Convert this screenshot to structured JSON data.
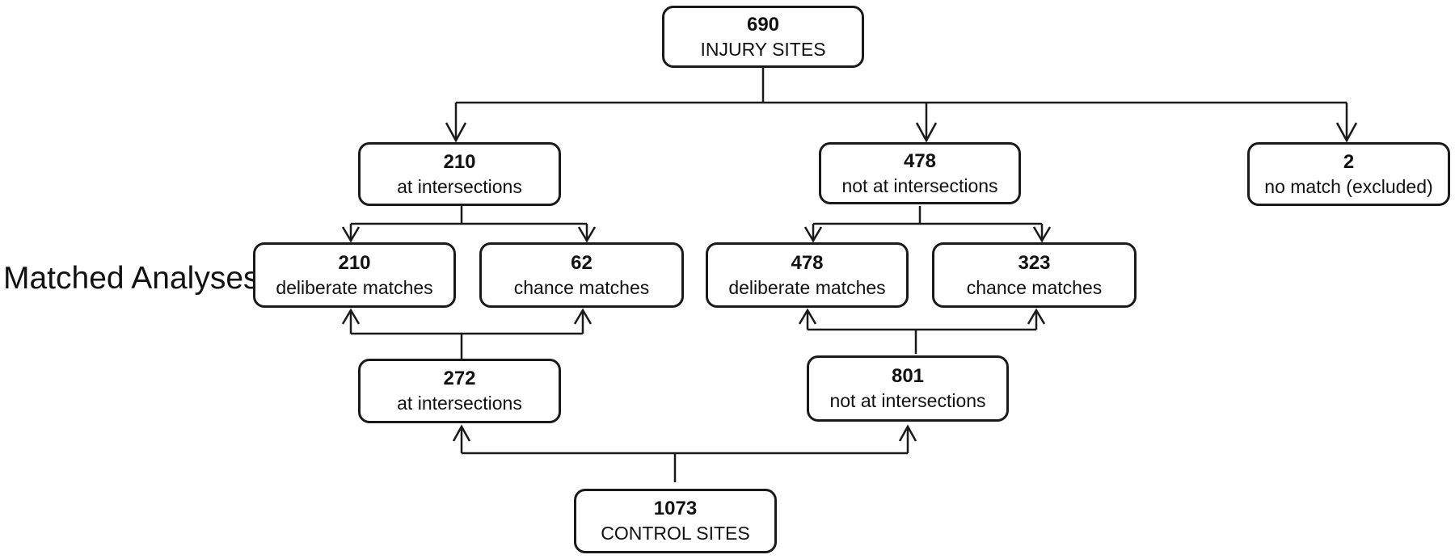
{
  "diagram": {
    "side_label": "Matched Analyses:",
    "nodes": {
      "injury": {
        "num": "690",
        "label": "INJURY SITES"
      },
      "at_int": {
        "num": "210",
        "label": "at intersections"
      },
      "not_int": {
        "num": "478",
        "label": "not at intersections"
      },
      "no_match": {
        "num": "2",
        "label": "no match (excluded)"
      },
      "at_deliberate": {
        "num": "210",
        "label": "deliberate matches"
      },
      "at_chance": {
        "num": "62",
        "label": "chance matches"
      },
      "not_deliberate": {
        "num": "478",
        "label": "deliberate matches"
      },
      "not_chance": {
        "num": "323",
        "label": "chance matches"
      },
      "ctrl_at": {
        "num": "272",
        "label": "at intersections"
      },
      "ctrl_not": {
        "num": "801",
        "label": "not at intersections"
      },
      "control": {
        "num": "1073",
        "label": "CONTROL SITES"
      }
    },
    "colors": {
      "stroke": "#1a1a1a",
      "background": "#ffffff"
    }
  }
}
